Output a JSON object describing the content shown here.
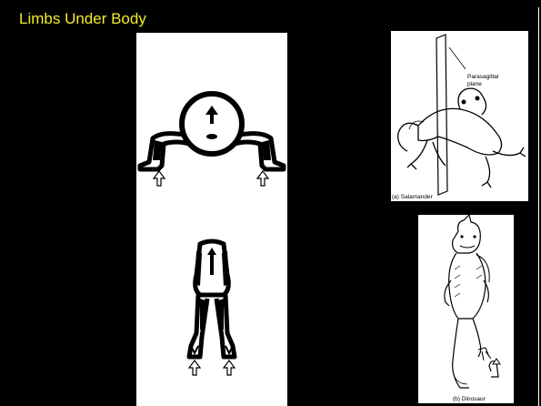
{
  "slide": {
    "title": "Limbs Under Body"
  },
  "figures": {
    "salamander": {
      "label": "Parasagittal\nplane",
      "label_line1": "Parasagittal",
      "label_line2": "plane",
      "caption": "(a) Salamander"
    },
    "dinosaur": {
      "caption": "(b) Dinosaur"
    }
  },
  "colors": {
    "background": "#000000",
    "title_text": "#f5ec28",
    "panel": "#ffffff"
  }
}
